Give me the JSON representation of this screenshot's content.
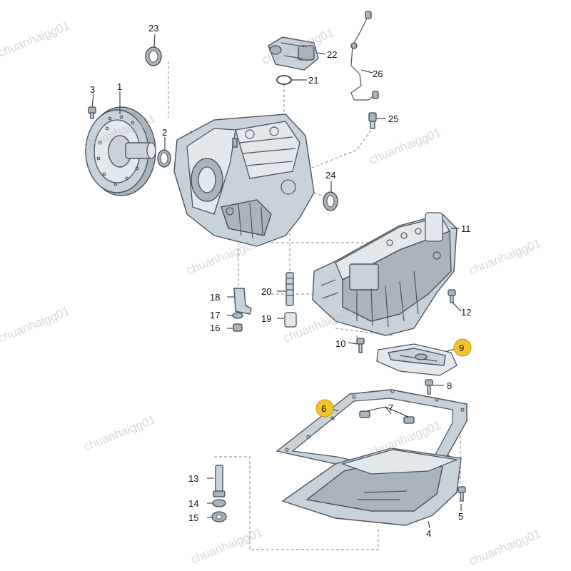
{
  "watermark": "chuanhaigg01",
  "colors": {
    "highlight": "#f2c230"
  },
  "callouts": {
    "c1": "1",
    "c2": "2",
    "c3": "3",
    "c4": "4",
    "c5": "5",
    "c6": "6",
    "c7": "7",
    "c8": "8",
    "c9": "9",
    "c10": "10",
    "c11": "11",
    "c12": "12",
    "c13": "13",
    "c14": "14",
    "c15": "15",
    "c16": "16",
    "c17": "17",
    "c18": "18",
    "c19": "19",
    "c20": "20",
    "c21": "21",
    "c22": "22",
    "c23": "23",
    "c24": "24",
    "c25": "25",
    "c26": "26"
  },
  "highlighted": [
    "6",
    "9"
  ]
}
